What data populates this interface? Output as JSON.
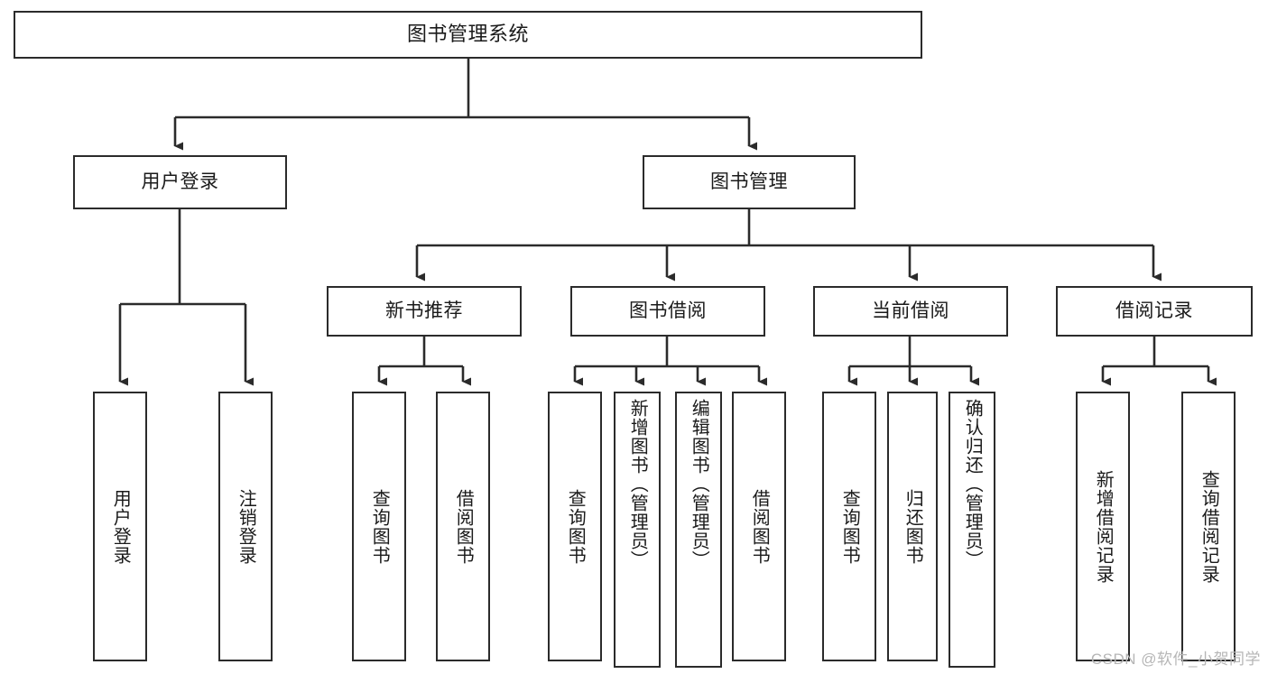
{
  "diagram": {
    "title": "图书管理系统",
    "watermark": "CSDN @软件_小贺同学",
    "theme": {
      "background": "#ffffff",
      "node_fill": "#ffffff",
      "node_border": "#2b2b2b",
      "edge_color": "#2b2b2b",
      "text_color": "#1a1a1a",
      "watermark_color": "#b6b6b6"
    },
    "nodes": {
      "root": "图书管理系统",
      "user_login": "用户登录",
      "book_manage": "图书管理",
      "new_book_rec": "新书推荐",
      "book_borrow": "图书借阅",
      "current_borrow": "当前借阅",
      "borrow_record": "借阅记录",
      "leaf_user_login": "用户登录",
      "leaf_logout": "注销登录",
      "leaf_query_book_1": "查询图书",
      "leaf_borrow_book_1": "借阅图书",
      "leaf_query_book_2": "查询图书",
      "leaf_add_book_admin": "新增图书（管理员）",
      "leaf_edit_book_admin": "编辑图书（管理员）",
      "leaf_borrow_book_2": "借阅图书",
      "leaf_query_book_3": "查询图书",
      "leaf_return_book": "归还图书",
      "leaf_confirm_return_admin": "确认归还（管理员）",
      "leaf_add_borrow_record": "新增借阅记录",
      "leaf_query_borrow_record": "查询借阅记录"
    }
  }
}
